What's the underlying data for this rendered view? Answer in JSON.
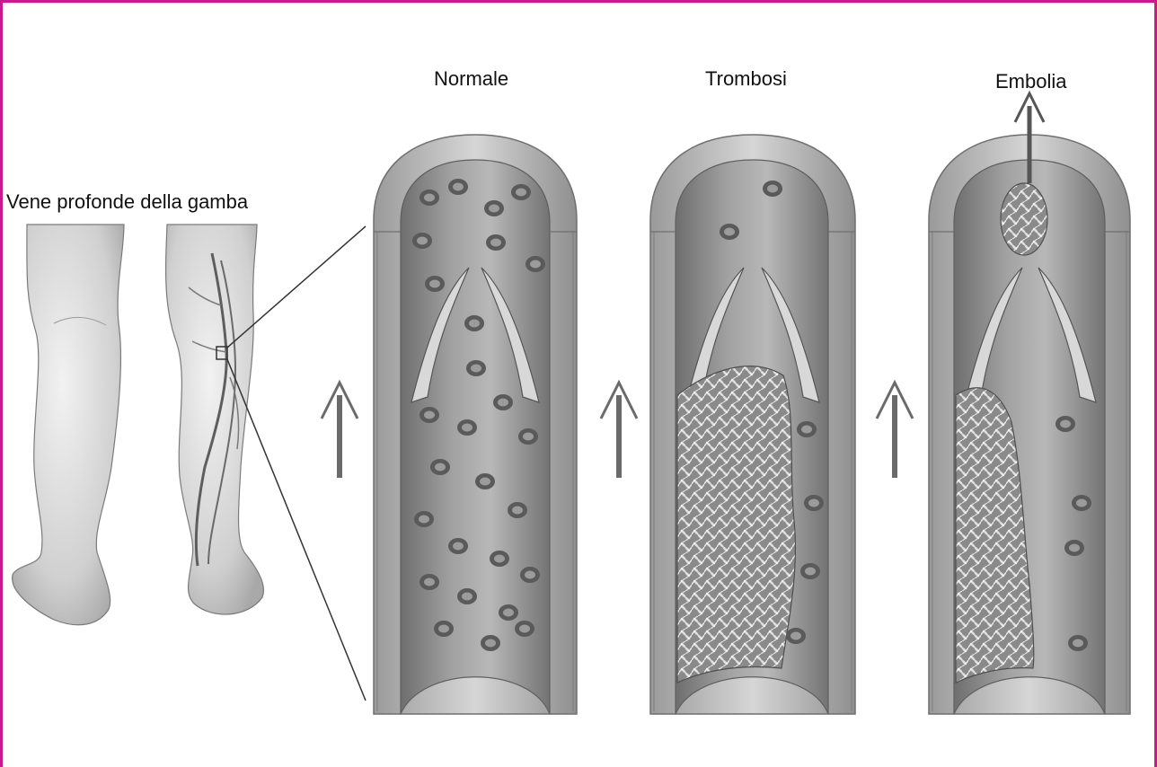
{
  "labels": {
    "legs": "Vene profonde della gamba",
    "normal": "Normale",
    "thrombosis": "Trombosi",
    "embolism": "Embolia"
  },
  "colors": {
    "frame_border": "#c81a8c",
    "vessel_wall": "#a7a7a7",
    "vessel_lumen": "#8c8c8c",
    "blood_cell": "#4d4d4d",
    "clot": "#d9d9d9"
  },
  "icons": {
    "flow_arrow": "arrow-up-icon",
    "legs": "legs-illustration",
    "embolus_arrow": "arrow-up-icon"
  }
}
